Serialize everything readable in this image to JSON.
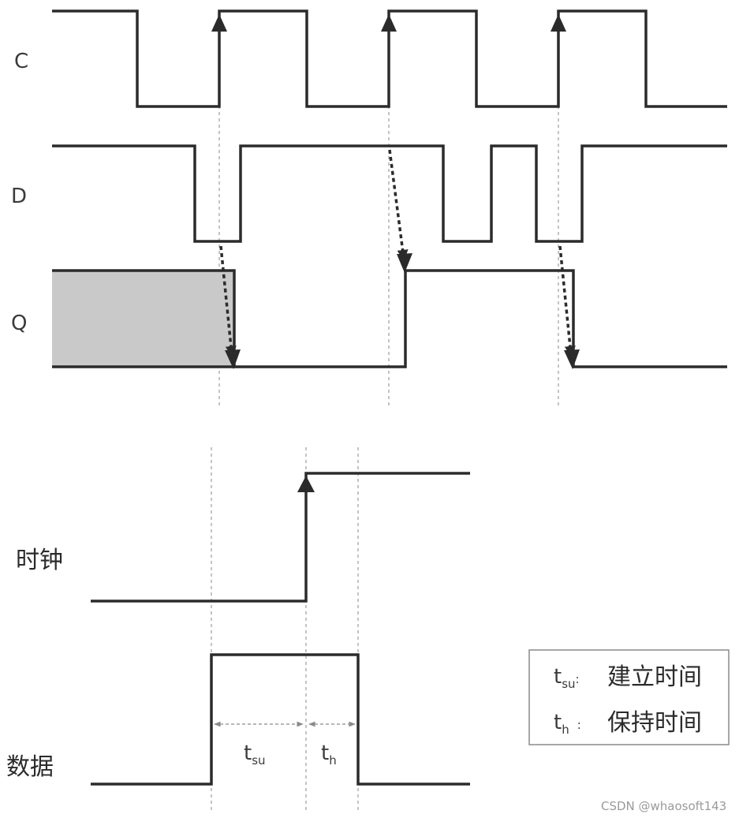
{
  "top_diagram": {
    "signals": [
      {
        "id": "C",
        "label": "C"
      },
      {
        "id": "D",
        "label": "D"
      },
      {
        "id": "Q",
        "label": "Q"
      }
    ]
  },
  "bottom_diagram": {
    "clock_label": "时钟",
    "data_label": "数据",
    "tsu_label": "t",
    "tsu_sub": "su",
    "th_label": "t",
    "th_sub": "h"
  },
  "legend": {
    "items": [
      {
        "symbol": "t",
        "sub": "su",
        "sep": ":",
        "text": "建立时间"
      },
      {
        "symbol": "t",
        "sub": "h",
        "sep": ":",
        "text": "保持时间"
      }
    ]
  },
  "watermark": "CSDN @whaosoft143"
}
